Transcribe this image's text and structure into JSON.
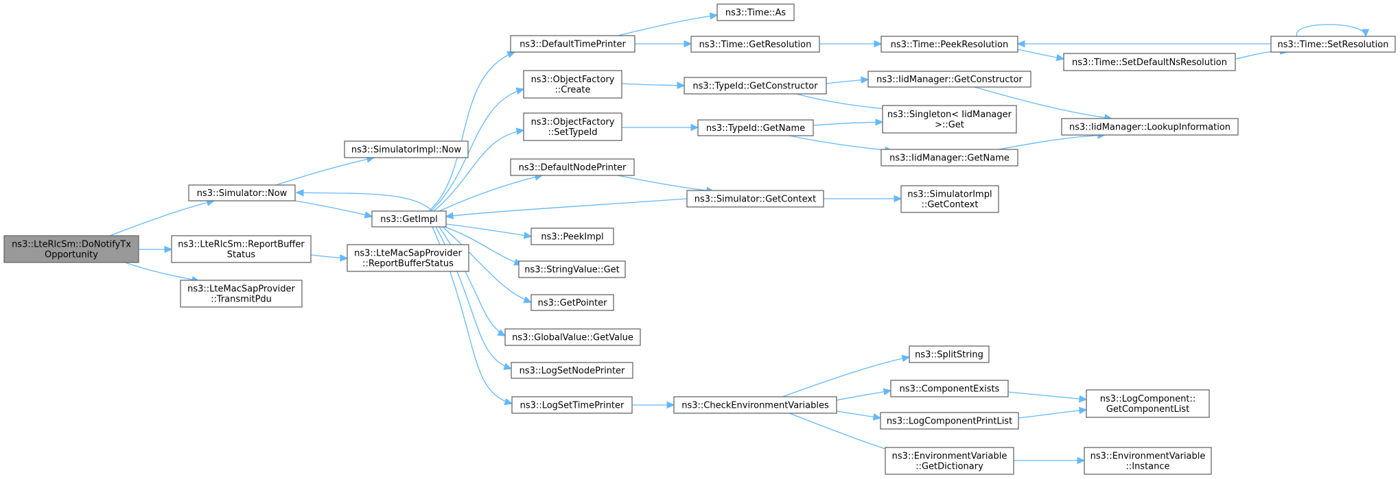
{
  "colors": {
    "edge": "#63b8ff",
    "box_border": "#666666",
    "root_fill": "#999999",
    "box_fill": "#ffffff"
  },
  "nodes": [
    {
      "id": "root",
      "lines": [
        "ns3::LteRlcSm::DoNotifyTx",
        "Opportunity"
      ],
      "root": true
    },
    {
      "id": "simnow",
      "lines": [
        "ns3::Simulator::Now"
      ]
    },
    {
      "id": "rpbuf",
      "lines": [
        "ns3::LteRlcSm::ReportBuffer",
        "Status"
      ]
    },
    {
      "id": "txpdu",
      "lines": [
        "ns3::LteMacSapProvider",
        "::TransmitPdu"
      ]
    },
    {
      "id": "simimplnow",
      "lines": [
        "ns3::SimulatorImpl::Now"
      ]
    },
    {
      "id": "getimpl",
      "lines": [
        "ns3::GetImpl"
      ]
    },
    {
      "id": "macrbs",
      "lines": [
        "ns3::LteMacSapProvider",
        "::ReportBufferStatus"
      ]
    },
    {
      "id": "dtp",
      "lines": [
        "ns3::DefaultTimePrinter"
      ]
    },
    {
      "id": "ofcreate",
      "lines": [
        "ns3::ObjectFactory",
        "::Create"
      ]
    },
    {
      "id": "ofsettid",
      "lines": [
        "ns3::ObjectFactory",
        "::SetTypeId"
      ]
    },
    {
      "id": "dnp",
      "lines": [
        "ns3::DefaultNodePrinter"
      ]
    },
    {
      "id": "peekimpl",
      "lines": [
        "ns3::PeekImpl"
      ]
    },
    {
      "id": "svget",
      "lines": [
        "ns3::StringValue::Get"
      ]
    },
    {
      "id": "getptr",
      "lines": [
        "ns3::GetPointer"
      ]
    },
    {
      "id": "gvget",
      "lines": [
        "ns3::GlobalValue::GetValue"
      ]
    },
    {
      "id": "lsnp",
      "lines": [
        "ns3::LogSetNodePrinter"
      ]
    },
    {
      "id": "lstp",
      "lines": [
        "ns3::LogSetTimePrinter"
      ]
    },
    {
      "id": "timeas",
      "lines": [
        "ns3::Time::As"
      ]
    },
    {
      "id": "timegetres",
      "lines": [
        "ns3::Time::GetResolution"
      ]
    },
    {
      "id": "tidgetctor",
      "lines": [
        "ns3::TypeId::GetConstructor"
      ]
    },
    {
      "id": "tidgetname",
      "lines": [
        "ns3::TypeId::GetName"
      ]
    },
    {
      "id": "simgetctx",
      "lines": [
        "ns3::Simulator::GetContext"
      ]
    },
    {
      "id": "checkenv",
      "lines": [
        "ns3::CheckEnvironmentVariables"
      ]
    },
    {
      "id": "peekres",
      "lines": [
        "ns3::Time::PeekResolution"
      ]
    },
    {
      "id": "iidgetctor",
      "lines": [
        "ns3::IidManager::GetConstructor"
      ]
    },
    {
      "id": "singleton",
      "lines": [
        "ns3::Singleton< IidManager",
        ">::Get"
      ]
    },
    {
      "id": "iidgetname",
      "lines": [
        "ns3::IidManager::GetName"
      ]
    },
    {
      "id": "simimplctx",
      "lines": [
        "ns3::SimulatorImpl",
        "::GetContext"
      ]
    },
    {
      "id": "splitstr",
      "lines": [
        "ns3::SplitString"
      ]
    },
    {
      "id": "compexists",
      "lines": [
        "ns3::ComponentExists"
      ]
    },
    {
      "id": "logcompprint",
      "lines": [
        "ns3::LogComponentPrintList"
      ]
    },
    {
      "id": "envdict",
      "lines": [
        "ns3::EnvironmentVariable",
        "::GetDictionary"
      ]
    },
    {
      "id": "setdefns",
      "lines": [
        "ns3::Time::SetDefaultNsResolution"
      ]
    },
    {
      "id": "iidlookup",
      "lines": [
        "ns3::IidManager::LookupInformation"
      ]
    },
    {
      "id": "logcompgcl",
      "lines": [
        "ns3::LogComponent::",
        "GetComponentList"
      ]
    },
    {
      "id": "envinst",
      "lines": [
        "ns3::EnvironmentVariable",
        "::Instance"
      ]
    },
    {
      "id": "setres",
      "lines": [
        "ns3::Time::SetResolution"
      ]
    }
  ],
  "edges": [
    [
      "root",
      "simnow"
    ],
    [
      "root",
      "rpbuf"
    ],
    [
      "root",
      "txpdu"
    ],
    [
      "simnow",
      "simimplnow"
    ],
    [
      "simnow",
      "getimpl"
    ],
    [
      "rpbuf",
      "macrbs"
    ],
    [
      "getimpl",
      "simnow"
    ],
    [
      "getimpl",
      "dtp"
    ],
    [
      "getimpl",
      "ofcreate"
    ],
    [
      "getimpl",
      "ofsettid"
    ],
    [
      "getimpl",
      "dnp"
    ],
    [
      "getimpl",
      "peekimpl"
    ],
    [
      "getimpl",
      "svget"
    ],
    [
      "getimpl",
      "getptr"
    ],
    [
      "getimpl",
      "gvget"
    ],
    [
      "getimpl",
      "lsnp"
    ],
    [
      "getimpl",
      "lstp"
    ],
    [
      "dtp",
      "timeas"
    ],
    [
      "dtp",
      "timegetres"
    ],
    [
      "timegetres",
      "peekres"
    ],
    [
      "peekres",
      "setdefns"
    ],
    [
      "setdefns",
      "setres"
    ],
    [
      "setres",
      "peekres"
    ],
    [
      "setres",
      "setres"
    ],
    [
      "ofcreate",
      "tidgetctor"
    ],
    [
      "tidgetctor",
      "iidgetctor"
    ],
    [
      "tidgetctor",
      "singleton"
    ],
    [
      "iidgetctor",
      "iidlookup"
    ],
    [
      "ofsettid",
      "tidgetname"
    ],
    [
      "tidgetname",
      "singleton"
    ],
    [
      "tidgetname",
      "iidgetname"
    ],
    [
      "iidgetname",
      "iidlookup"
    ],
    [
      "dnp",
      "simgetctx"
    ],
    [
      "simgetctx",
      "getimpl"
    ],
    [
      "simgetctx",
      "simimplctx"
    ],
    [
      "lstp",
      "checkenv"
    ],
    [
      "checkenv",
      "splitstr"
    ],
    [
      "checkenv",
      "compexists"
    ],
    [
      "checkenv",
      "logcompprint"
    ],
    [
      "checkenv",
      "envdict"
    ],
    [
      "compexists",
      "logcompgcl"
    ],
    [
      "logcompprint",
      "logcompgcl"
    ],
    [
      "envdict",
      "envinst"
    ]
  ]
}
